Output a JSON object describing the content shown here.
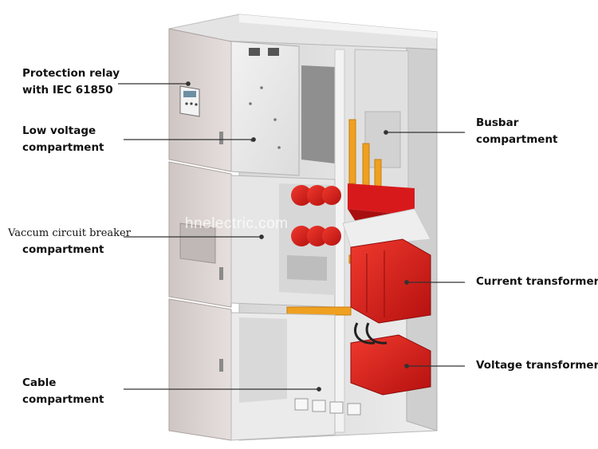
{
  "labels": {
    "protection_relay": {
      "line1": "Protection relay",
      "line2": "with IEC 61850"
    },
    "low_voltage": {
      "line1": "Low voltage",
      "line2": "compartment"
    },
    "vcb": {
      "line1": "Vaccum circuit breaker",
      "line2": "compartment"
    },
    "cable": {
      "line1": "Cable",
      "line2": "compartment"
    },
    "busbar": {
      "line1": "Busbar",
      "line2": "compartment"
    },
    "current_transformer": {
      "line1": "Current transformer"
    },
    "voltage_transformer": {
      "line1": "Voltage transformer"
    }
  },
  "watermark": "hnelectric.com",
  "colors": {
    "cabinet_body": "#e9e9e9",
    "door": "#dcd3d1",
    "insulator_red": "#d8191b",
    "busbar_orange": "#f0a020",
    "leader_line": "#333333"
  }
}
